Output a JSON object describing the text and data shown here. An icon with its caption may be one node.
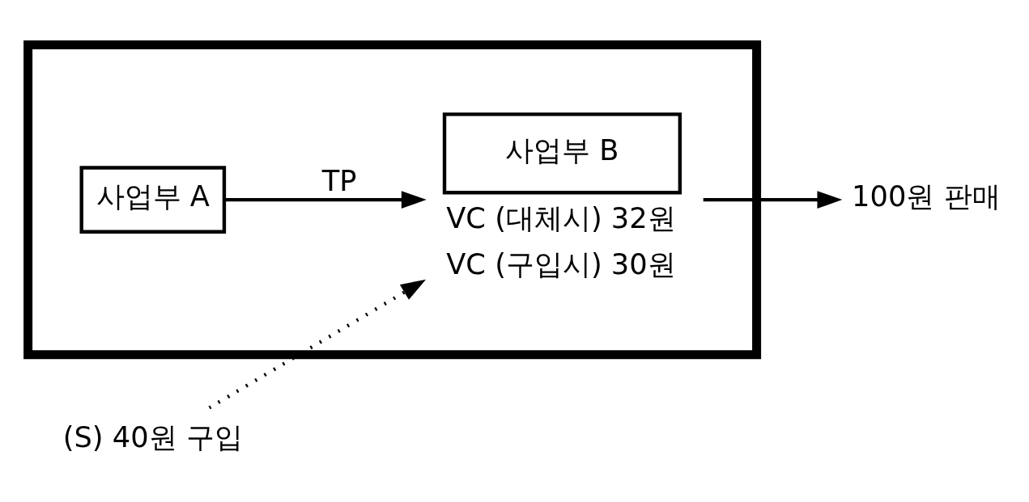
{
  "diagram": {
    "nodes": [
      {
        "text": [],
        "shape": "box"
      },
      {
        "text": [
          "사업부 A"
        ],
        "in": 0
      },
      {
        "text": [
          "사업부 B"
        ],
        "in": 0,
        "beside": [
          "VC (대체시) 32원",
          "VC (구입시) 30원"
        ]
      },
      {
        "text": [
          "100원 판매"
        ]
      },
      {
        "text": [
          "(S) 40원 구입"
        ]
      }
    ],
    "edges": [
      {
        "from": 1,
        "to": 2,
        "arrow": "to",
        "label": "TP"
      },
      {
        "from": 2,
        "to": 3,
        "arrow": "to"
      },
      {
        "from": 4,
        "to": 2,
        "arrow": "to",
        "style": "dashed"
      }
    ]
  }
}
